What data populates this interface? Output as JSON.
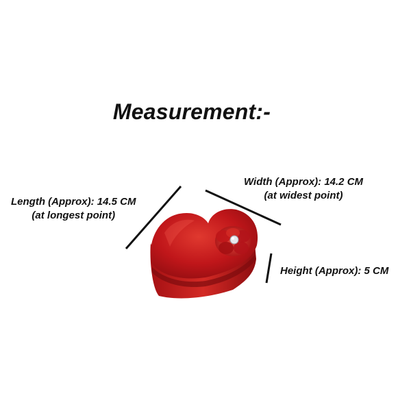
{
  "title": "Measurement:-",
  "length": {
    "line1": "Length (Approx): 14.5 CM",
    "line2": "(at longest point)"
  },
  "width": {
    "line1": "Width (Approx): 14.2 CM",
    "line2": "(at widest point)"
  },
  "height": {
    "line1": "Height (Approx): 5 CM"
  },
  "colors": {
    "box_main": "#c0161a",
    "box_dark": "#8e0d10",
    "box_light": "#e0392f",
    "text": "#111111"
  }
}
